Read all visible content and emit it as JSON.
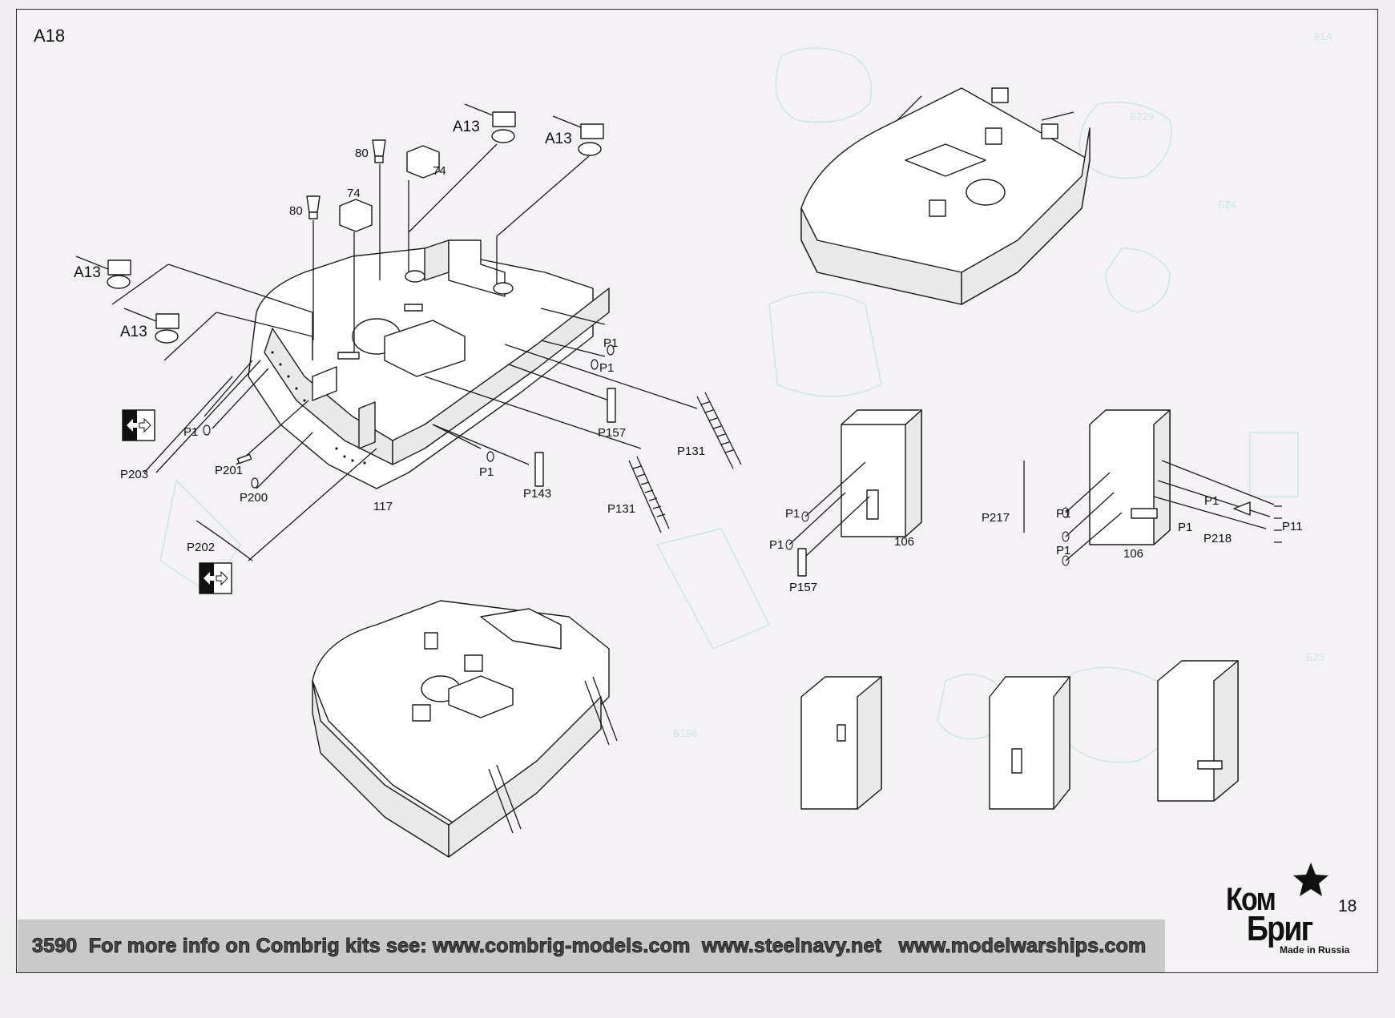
{
  "page": {
    "label": "A18",
    "number": "18"
  },
  "footer": {
    "text": "3590  For more info on Combrig kits see: www.combrig-models.com  www.steelnavy.net   www.modelwarships.com"
  },
  "logo": {
    "line1": "Ком",
    "line2": "Бриг",
    "subtitle": "Made in Russia"
  },
  "labels": {
    "a13_left_upper": "A13",
    "a13_left_lower": "A13",
    "a13_top_left": "A13",
    "a13_top_right": "A13",
    "p80_upper": "80",
    "p80_lower": "80",
    "p74_upper": "74",
    "p74_lower": "74",
    "p1_a": "P1",
    "p1_b": "P1",
    "p1_c": "P1",
    "p1_d": "P1",
    "p157_main": "P157",
    "p131_right": "P131",
    "p131_lower": "P131",
    "p143": "P143",
    "p203": "P203",
    "p201": "P201",
    "p200": "P200",
    "p202": "P202",
    "part_117": "117",
    "left_p1_a": "P1",
    "left_p1_b": "P1",
    "left_p157": "P157",
    "left_106": "106",
    "right_p217": "P217",
    "right_p1_a": "P1",
    "right_p1_b": "P1",
    "right_p1_c": "P1",
    "right_p1_d": "P1",
    "right_p218": "P218",
    "right_p11": "P11",
    "right_106": "106"
  }
}
